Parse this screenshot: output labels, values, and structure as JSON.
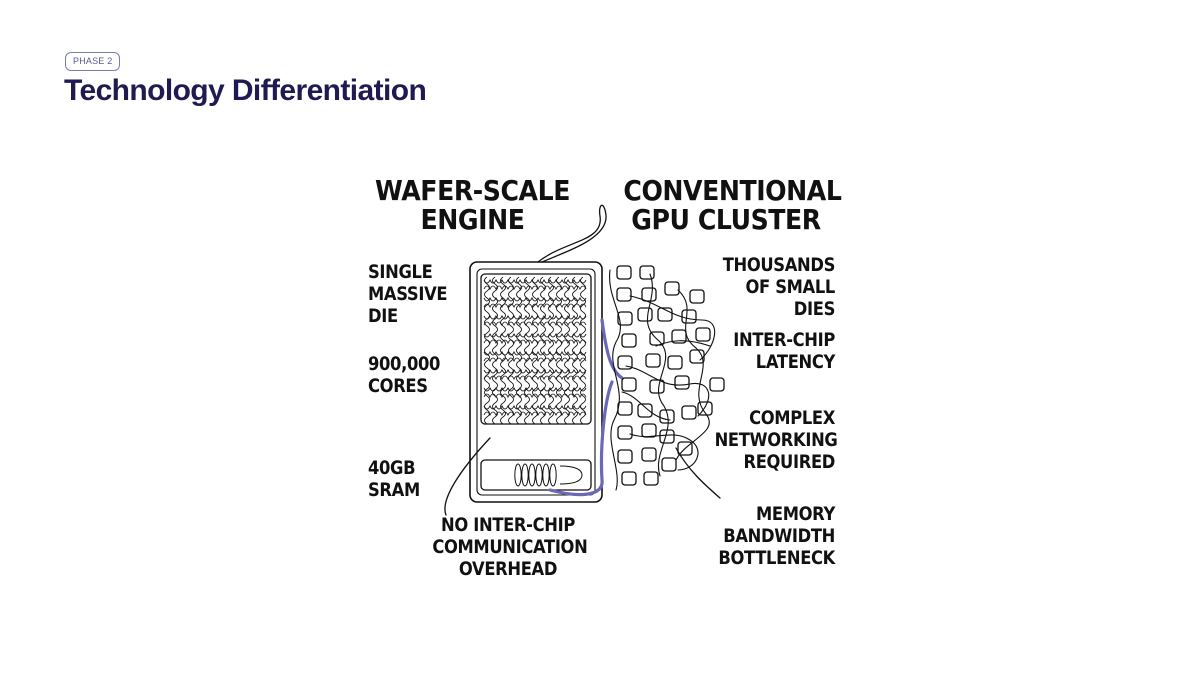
{
  "header": {
    "badge": "PHASE 2",
    "title": "Technology Differentiation"
  },
  "diagram": {
    "left_heading": "WAFER-SCALE ENGINE",
    "right_heading": "CONVENTIONAL GPU CLUSTER",
    "left_labels": [
      "SINGLE MASSIVE DIE",
      "900,000 CORES",
      "40GB SRAM"
    ],
    "bottom_label": "NO INTER-CHIP COMMUNICATION OVERHEAD",
    "right_labels": [
      "THOUSANDS OF SMALL DIES",
      "INTER-CHIP LATENCY",
      "COMPLEX NETWORKING REQUIRED",
      "MEMORY BANDWIDTH BOTTLENECK"
    ],
    "accent_color": "#6b68b8",
    "ink_color": "#111111"
  }
}
